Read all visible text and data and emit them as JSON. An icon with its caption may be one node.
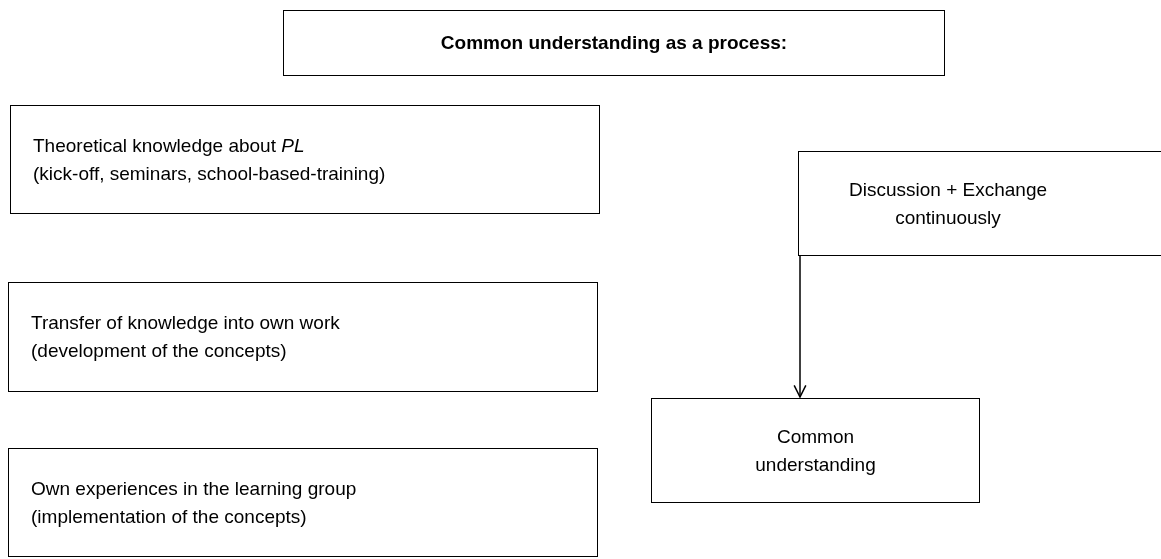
{
  "diagram": {
    "nodes": [
      {
        "text": [
          "Common understanding as a process:"
        ]
      },
      {
        "text": [
          "Theoretical knowledge about *PL*",
          "(kick-off, seminars, school-based-training)"
        ]
      },
      {
        "text": [
          "Discussion + Exchange continuously"
        ]
      },
      {
        "text": [
          "Transfer of knowledge into own work",
          "(development of the concepts)"
        ]
      },
      {
        "text": [
          "Common understanding"
        ]
      },
      {
        "text": [
          "Own experiences in the learning group",
          "(implementation of the concepts)"
        ]
      }
    ],
    "edges": [
      {
        "from": 2,
        "to": 4,
        "arrow": "to"
      }
    ]
  }
}
